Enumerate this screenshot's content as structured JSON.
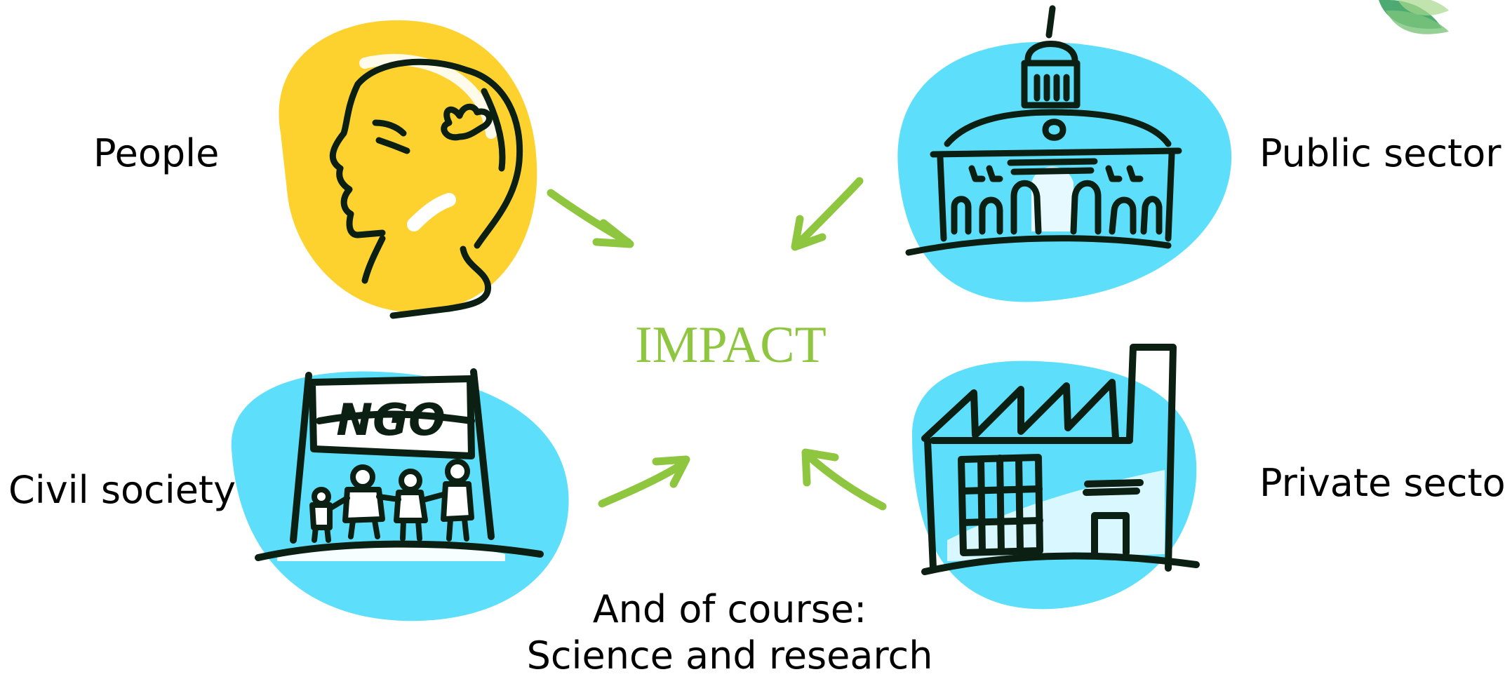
{
  "colors": {
    "green": "#8ec63f",
    "yellow": "#fdd22f",
    "blue": "#5ddffc",
    "ink": "#0b1f12"
  },
  "diagram": {
    "center": "IMPACT",
    "nodes": [
      {
        "id": "people",
        "label": "People",
        "icon": "head-heart-icon"
      },
      {
        "id": "public",
        "label": "Public sector",
        "icon": "government-building-icon"
      },
      {
        "id": "civil",
        "label": "Civil society",
        "icon": "ngo-banner-icon",
        "banner": "NGO"
      },
      {
        "id": "private",
        "label": "Private sector",
        "icon": "factory-icon"
      }
    ],
    "footer": {
      "line1": "And of course:",
      "line2": "Science and research"
    }
  }
}
